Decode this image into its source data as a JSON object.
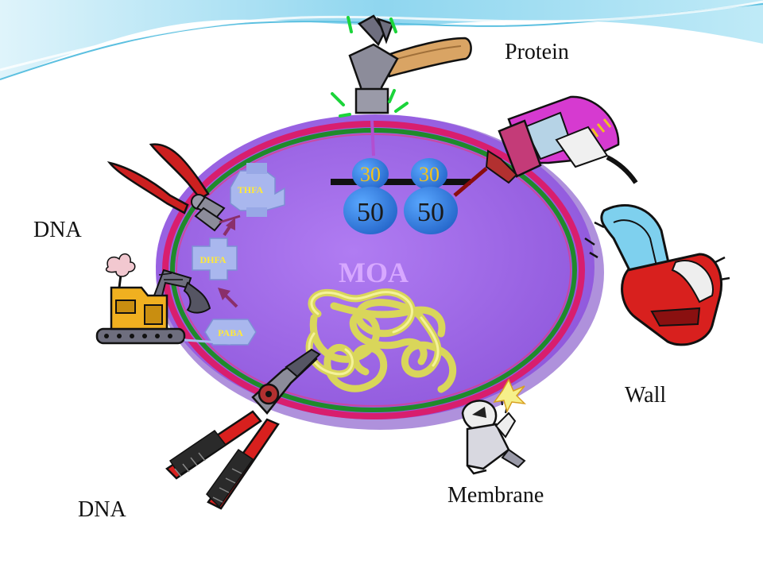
{
  "labels": {
    "protein": "Protein",
    "dna_top": "DNA",
    "wall": "Wall",
    "membrane": "Membrane",
    "dna_bottom": "DNA",
    "center": "MOA"
  },
  "ribosomes": [
    {
      "small": "30",
      "large": "50"
    },
    {
      "small": "30",
      "large": "50"
    }
  ],
  "metabolites": {
    "thfa": "THFA",
    "dhfa": "DHFA",
    "paba": "PABA"
  },
  "colors": {
    "cell_fill": "#9a62e8",
    "outer_membrane": "#d81e6e",
    "inner_membrane": "#1f8a2a",
    "ribosome": "#2f7fe6",
    "ribosome_text": "#f3c21a",
    "dna_strand": "#e8e66a",
    "metabolite_fill": "#a9b7ee"
  },
  "icons": [
    "hammer-icon",
    "drill-icon",
    "chainsaw-icon",
    "dna-pliers-icon",
    "excavator-icon",
    "bolt-cutter-icon",
    "astronaut-icon"
  ]
}
